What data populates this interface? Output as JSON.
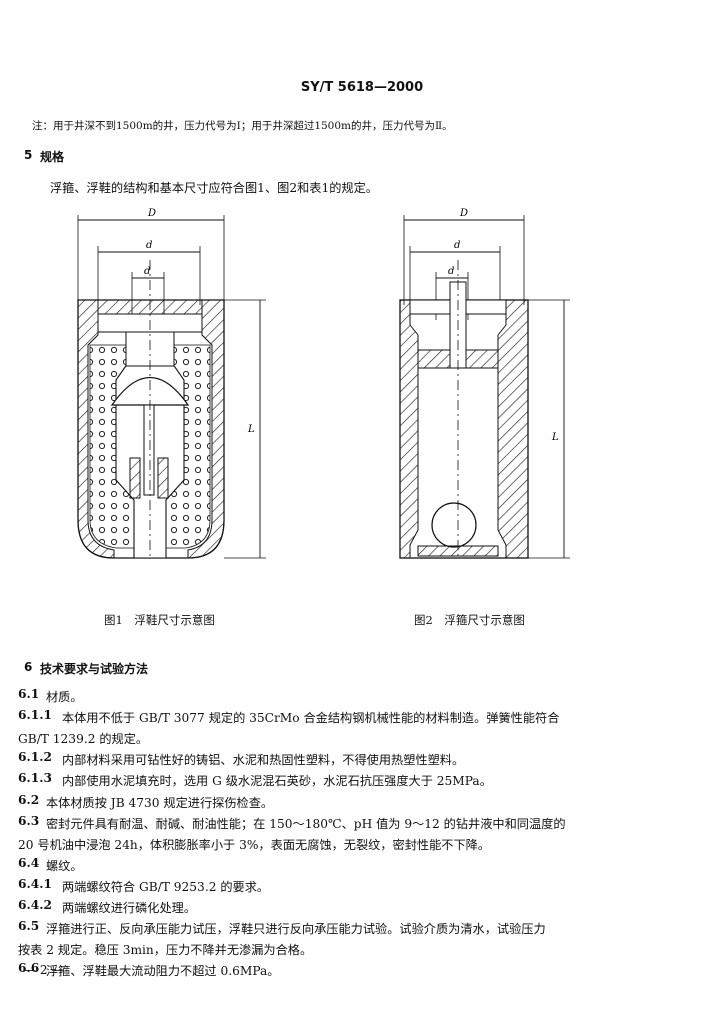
{
  "header": "SY/T 5618—2000",
  "note": "注：用于井深不到1500m的井，压力代号为Ⅰ；用于井深超过1500m的井，压力代号为Ⅱ。",
  "section5": {
    "number": "5",
    "title": "规格",
    "text": "浮箍、浮鞋的结构和基本尺寸应符合图1、图2和表1的规定。"
  },
  "figure1": {
    "label_D": "D",
    "label_d_outer": "d",
    "label_d_inner": "d",
    "label_L": "L",
    "caption": "图1　浮鞋尺寸示意图"
  },
  "figure2": {
    "label_D": "D",
    "label_d_outer": "d",
    "label_d_inner": "d",
    "label_L": "L",
    "caption": "图2　浮箍尺寸示意图"
  },
  "section6": {
    "number": "6",
    "title": "技术要求与试验方法",
    "lines": [
      {
        "num": "6.1",
        "text": "材质。"
      },
      {
        "num": "6.1.1",
        "text": "本体用不低于 GB/T 3077 规定的 35CrMo 合金结构钢机械性能的材料制造。弹簧性能符合"
      },
      {
        "num": "",
        "text": "GB/T 1239.2 的规定。"
      },
      {
        "num": "6.1.2",
        "text": "内部材料采用可钻性好的铸铝、水泥和热固性塑料，不得使用热塑性塑料。"
      },
      {
        "num": "6.1.3",
        "text": "内部使用水泥填充时，选用 G 级水泥混石英砂，水泥石抗压强度大于 25MPa。"
      },
      {
        "num": "6.2",
        "text": "本体材质按 JB 4730 规定进行探伤检查。"
      },
      {
        "num": "6.3",
        "text": "密封元件具有耐温、耐碱、耐油性能；在 150～180℃、pH 值为 9～12 的钻井液中和同温度的"
      },
      {
        "num": "",
        "text": "20 号机油中浸泡 24h，体积膨胀率小于 3%，表面无腐蚀，无裂纹，密封性能不下降。"
      },
      {
        "num": "6.4",
        "text": "螺纹。"
      },
      {
        "num": "6.4.1",
        "text": "两端螺纹符合 GB/T 9253.2 的要求。"
      },
      {
        "num": "6.4.2",
        "text": "两端螺纹进行磷化处理。"
      },
      {
        "num": "6.5",
        "text": "浮箍进行正、反向承压能力试压，浮鞋只进行反向承压能力试验。试验介质为清水，试验压力"
      },
      {
        "num": "",
        "text": "按表 2 规定。稳压 3min，压力不降并无渗漏为合格。"
      },
      {
        "num": "6.6",
        "text": "浮箍、浮鞋最大流动阻力不超过 0.6MPa。"
      }
    ]
  },
  "footer": "— 2 —"
}
